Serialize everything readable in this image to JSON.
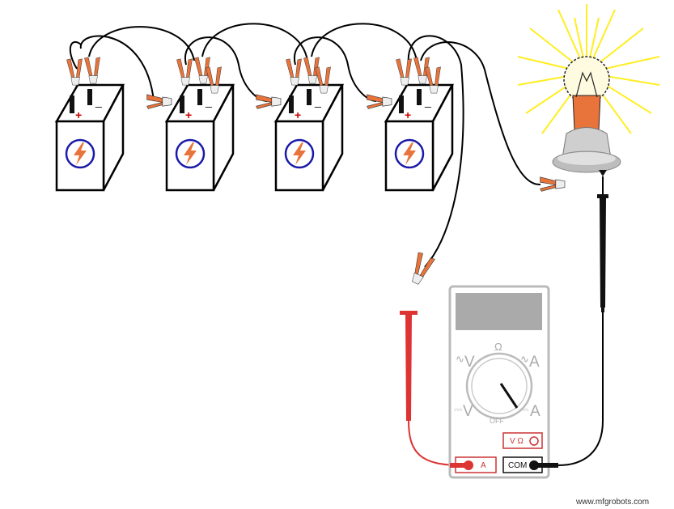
{
  "batteries": [
    {
      "positive": "+",
      "negative": "_"
    },
    {
      "positive": "+",
      "negative": "_"
    },
    {
      "positive": "+",
      "negative": "_"
    },
    {
      "positive": "+",
      "negative": "_"
    }
  ],
  "multimeter": {
    "dial": {
      "ohm": "Ω",
      "ac_volts": "V",
      "ac_amps": "A",
      "dc_volts": "V",
      "dc_amps": "A",
      "off": "OFF"
    },
    "jacks": {
      "amps": "A",
      "volt_ohm": "V Ω",
      "common": "COM"
    }
  },
  "watermark": "www.mfgrobots.com",
  "colors": {
    "battery_terminal_positive": "#cc0000",
    "clip": "#e8743b",
    "bolt": "#e8743b",
    "bolt_ring": "#1a1aaa",
    "bulb_glow": "#ffee22",
    "bulb_base": "#e8743b",
    "probe_red": "#dd3333",
    "probe_black": "#111111",
    "meter_outline": "#bbbbbb"
  }
}
